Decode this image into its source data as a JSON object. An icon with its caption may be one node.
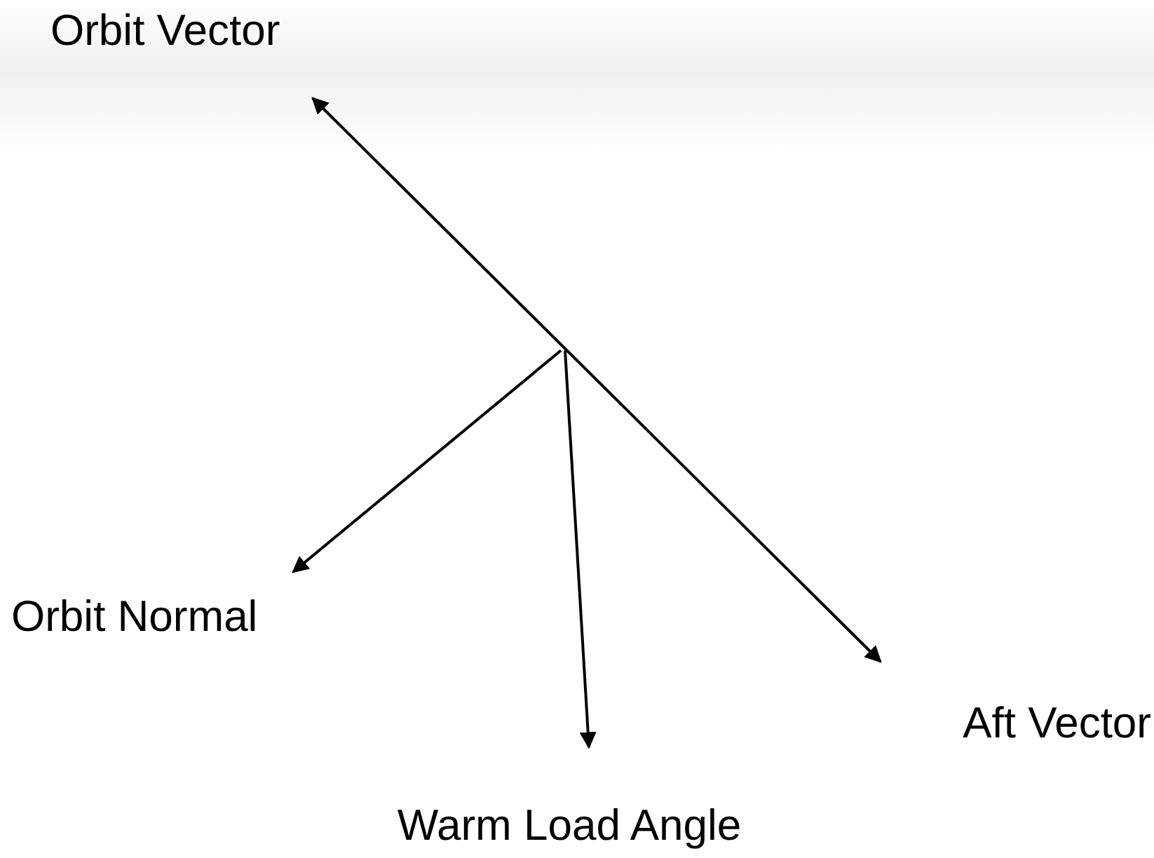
{
  "diagram": {
    "nodes": [
      {
        "text": [
          "Orbit Vector"
        ]
      },
      {
        "text": [
          "Orbit Normal"
        ]
      },
      {
        "text": [
          "Aft Vector"
        ]
      },
      {
        "text": [
          "Warm Load Angle"
        ]
      }
    ],
    "edges": [
      {
        "from": 0,
        "to": 2,
        "arrow": "both"
      },
      {
        "from": null,
        "to": 1,
        "arrow": "to"
      },
      {
        "from": null,
        "to": 3,
        "arrow": "to"
      }
    ]
  }
}
